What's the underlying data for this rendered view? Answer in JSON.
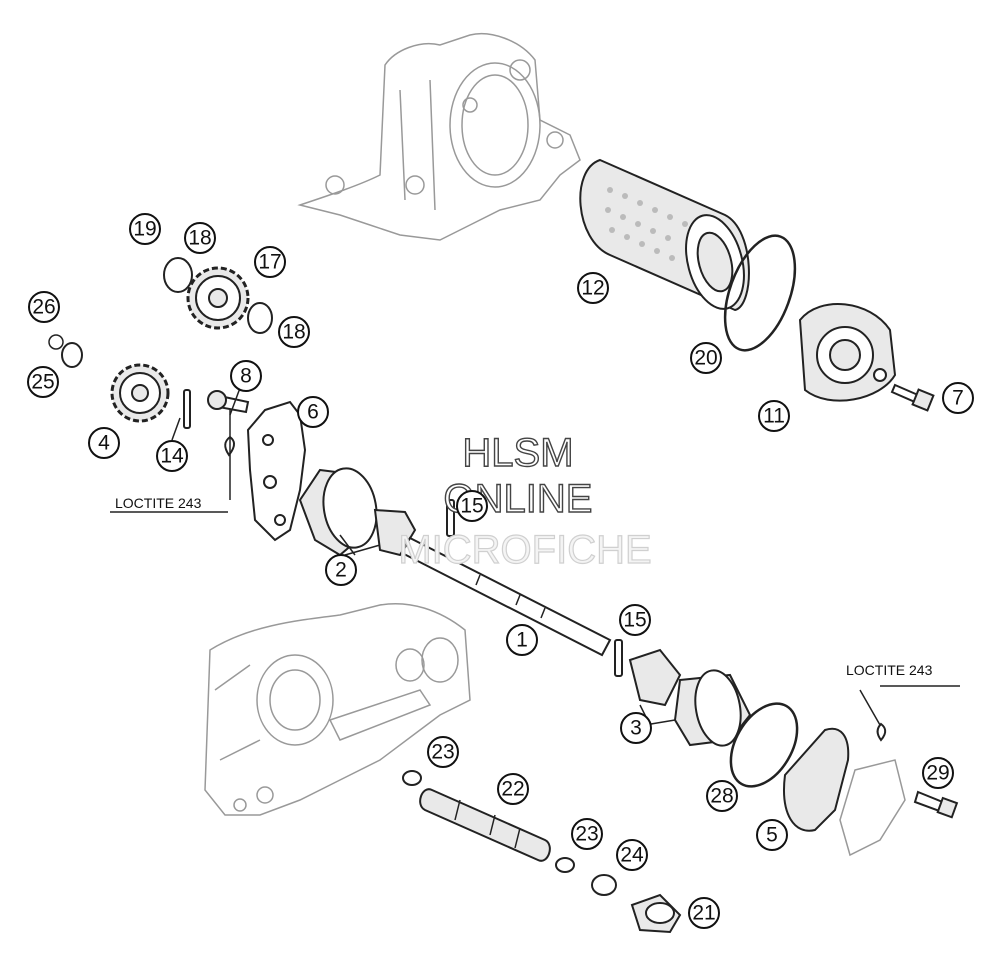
{
  "watermark": {
    "line1": "HLSM",
    "line2": "ONLINE",
    "line3": "MICROFICHE"
  },
  "notes": {
    "loctite_left": "LOCTITE 243",
    "loctite_right": "LOCTITE 243"
  },
  "callouts": [
    "19",
    "18",
    "17",
    "18",
    "26",
    "25",
    "4",
    "14",
    "8",
    "6",
    "12",
    "20",
    "11",
    "7",
    "15",
    "2",
    "1",
    "15",
    "3",
    "28",
    "5",
    "29",
    "23",
    "22",
    "23",
    "24",
    "21"
  ]
}
